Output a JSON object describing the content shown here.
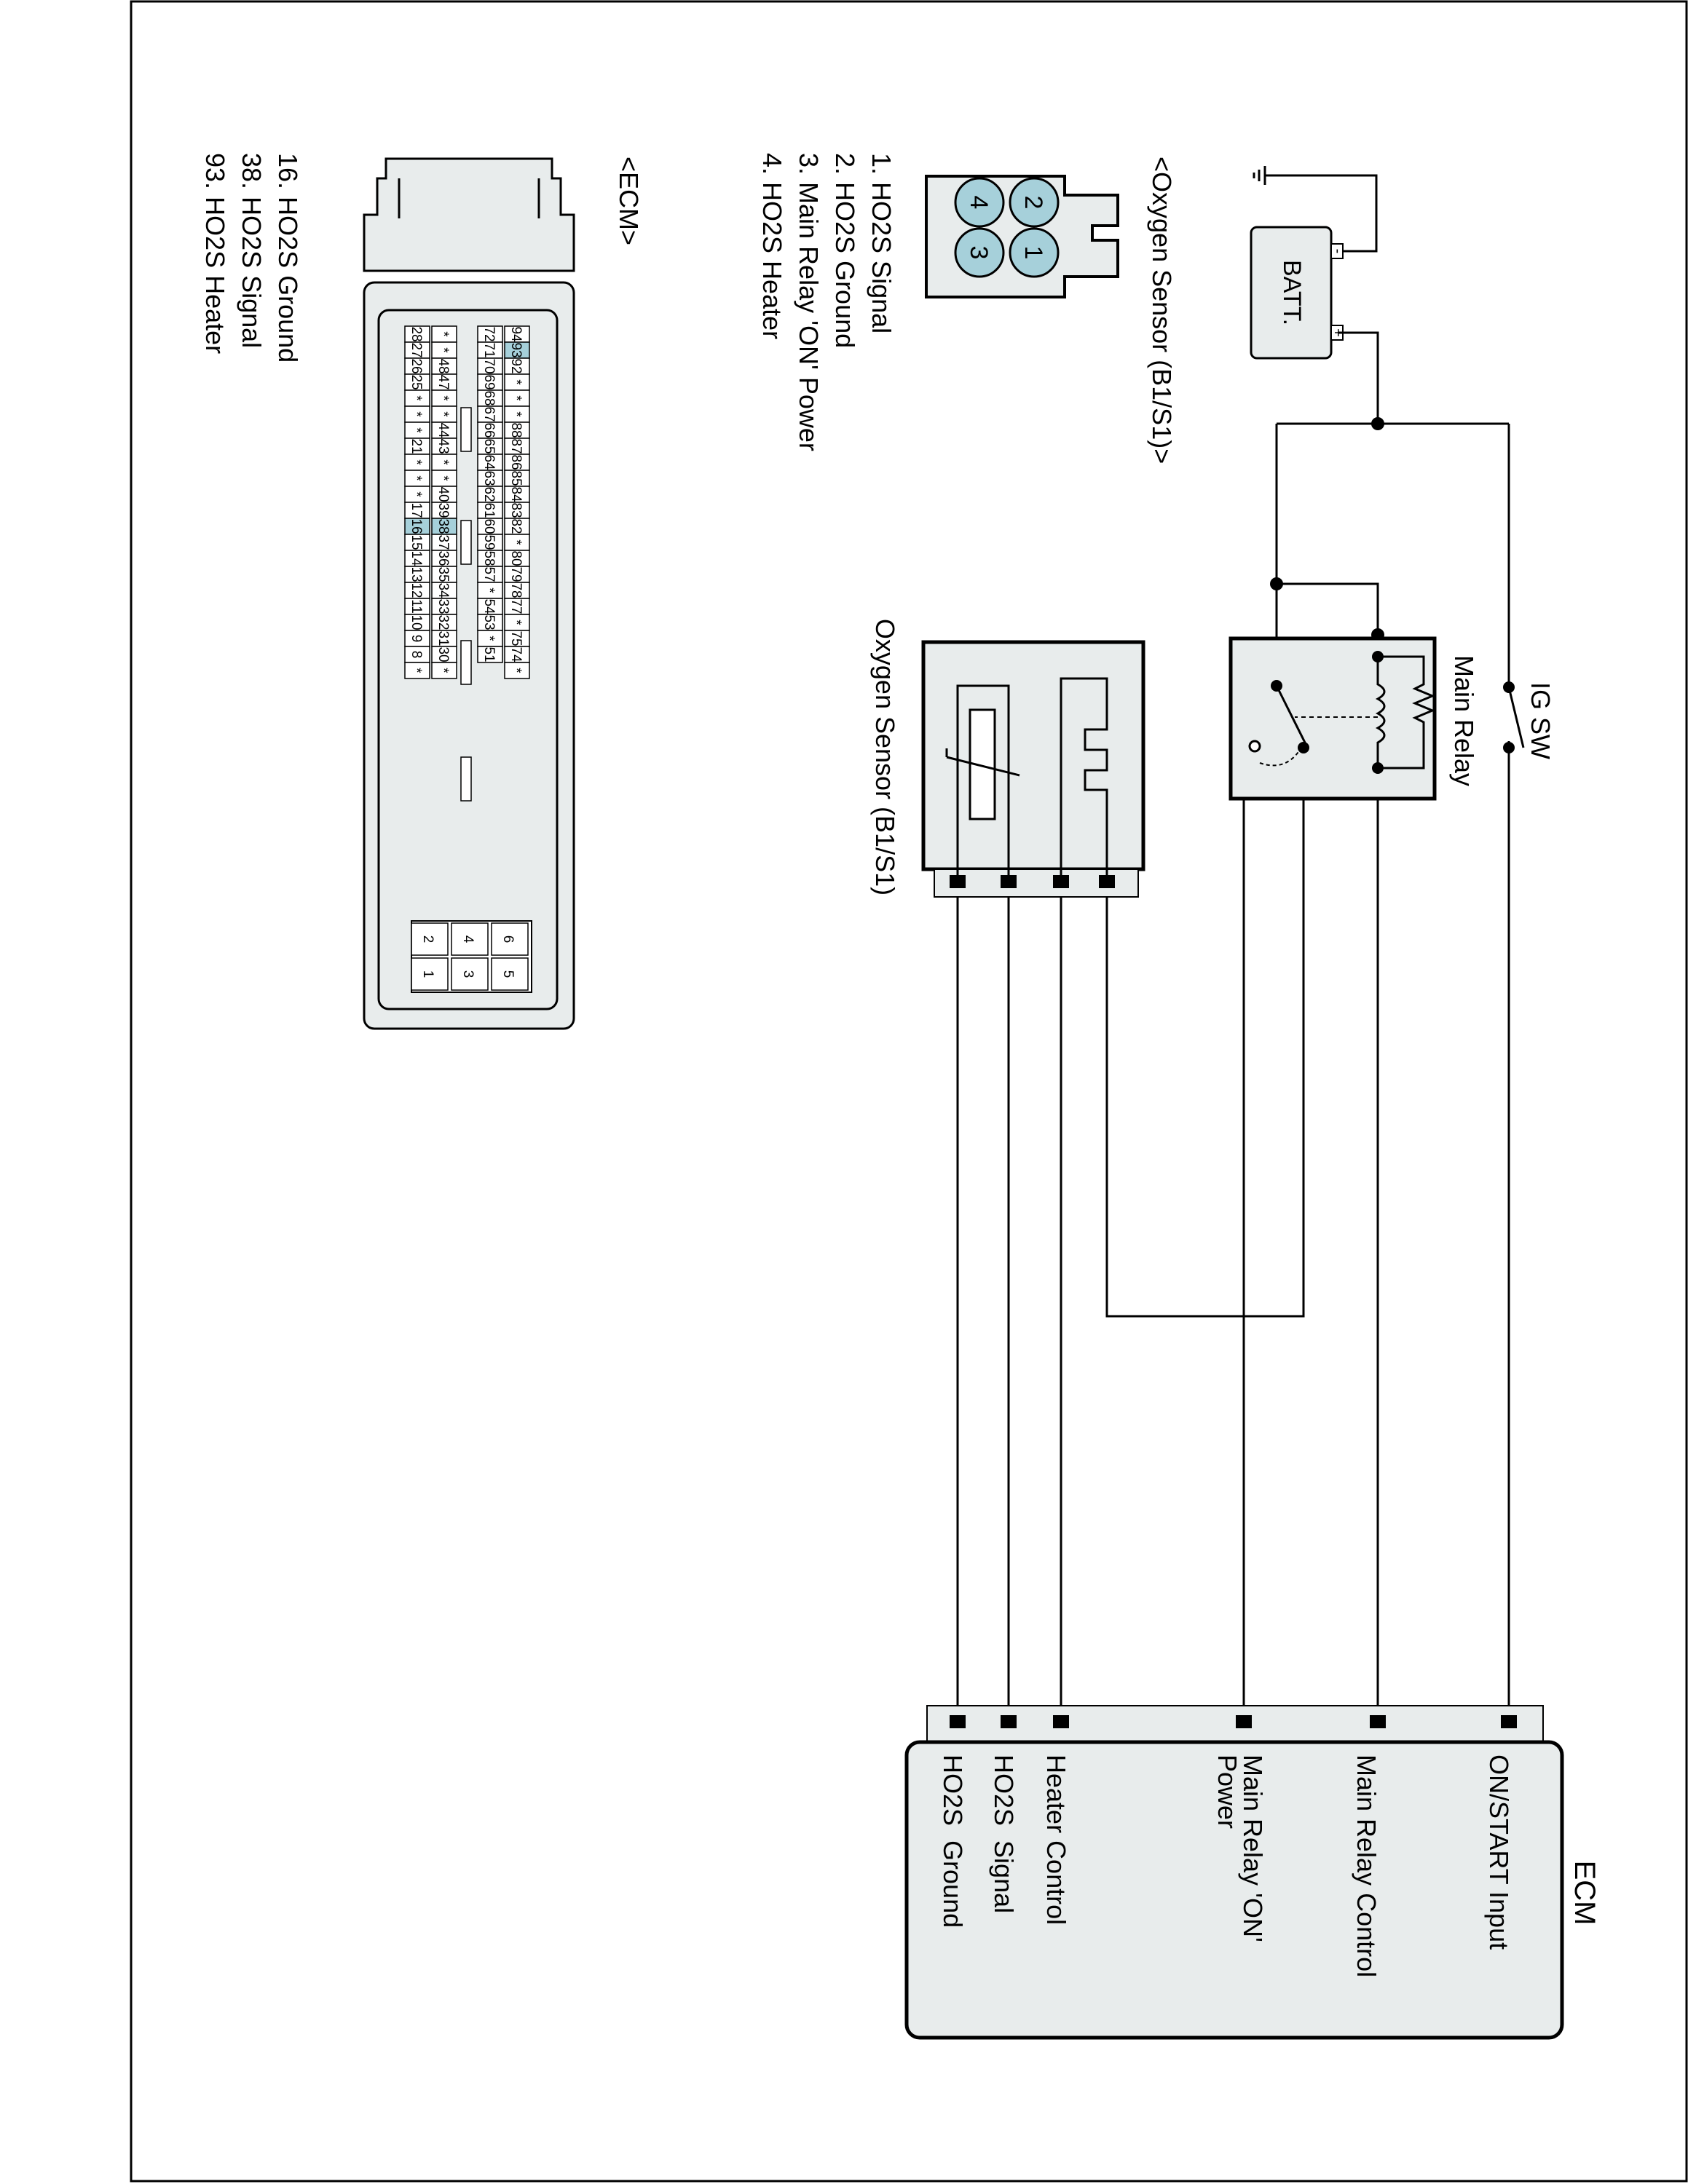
{
  "colors": {
    "component_fill": "#e8ecec",
    "pin_highlight": "#a6d0da",
    "line": "#000000",
    "background": "#ffffff"
  },
  "diagram": {
    "batt_label": "BATT.",
    "batt_minus": "-",
    "batt_plus": "+",
    "ig_sw_label": "IG SW",
    "main_relay_label": "Main Relay",
    "oxygen_sensor_label": "Oxygen Sensor (B1/S1)",
    "ecm_title": "ECM",
    "ecm_pins": [
      "ON/START Input",
      "Main Relay Control",
      "Main Relay 'ON'",
      "Power",
      "Heater Control",
      "HO2S  Signal",
      "HO2S  Ground"
    ]
  },
  "connectors": {
    "oxygen": {
      "title": "<Oxygen Sensor (B1/S1)>",
      "pins": [
        "2",
        "1",
        "4",
        "3"
      ],
      "legend": [
        "1. HO2S Signal",
        "2. HO2S Ground",
        "3. Main Relay 'ON' Power",
        "4. HO2S Heater"
      ]
    },
    "ecm": {
      "title": "<ECM>",
      "legend": [
        "16. HO2S Ground",
        "38. HO2S Signal",
        "93. HO2S Heater"
      ],
      "highlighted_pins": [
        "93",
        "38",
        "16"
      ],
      "grid": [
        [
          "94",
          "72",
          "*",
          "28"
        ],
        [
          "93",
          "71",
          "*",
          "27"
        ],
        [
          "92",
          "70",
          "48",
          "26"
        ],
        [
          "*",
          "69",
          "47",
          "25"
        ],
        [
          "*",
          "68",
          "*",
          "*"
        ],
        [
          "*",
          "67",
          "*",
          "*"
        ],
        [
          "88",
          "66",
          "44",
          "*"
        ],
        [
          "87",
          "65",
          "43",
          "21"
        ],
        [
          "86",
          "64",
          "*",
          "*"
        ],
        [
          "85",
          "63",
          "*",
          "*"
        ],
        [
          "84",
          "62",
          "40",
          "*"
        ],
        [
          "83",
          "61",
          "39",
          "17"
        ],
        [
          "82",
          "60",
          "38",
          "16"
        ],
        [
          "*",
          "59",
          "37",
          "15"
        ],
        [
          "80",
          "58",
          "36",
          "14"
        ],
        [
          "79",
          "57",
          "35",
          "13"
        ],
        [
          "78",
          "*",
          "34",
          "12"
        ],
        [
          "77",
          "54",
          "33",
          "11"
        ],
        [
          "*",
          "53",
          "32",
          "10"
        ],
        [
          "75",
          "*",
          "31",
          "9"
        ],
        [
          "74",
          "51",
          "30",
          "8"
        ],
        [
          "*",
          "",
          "*",
          "*"
        ]
      ],
      "power_grid": [
        [
          "6",
          "4",
          "2"
        ],
        [
          "5",
          "3",
          "1"
        ]
      ]
    }
  }
}
